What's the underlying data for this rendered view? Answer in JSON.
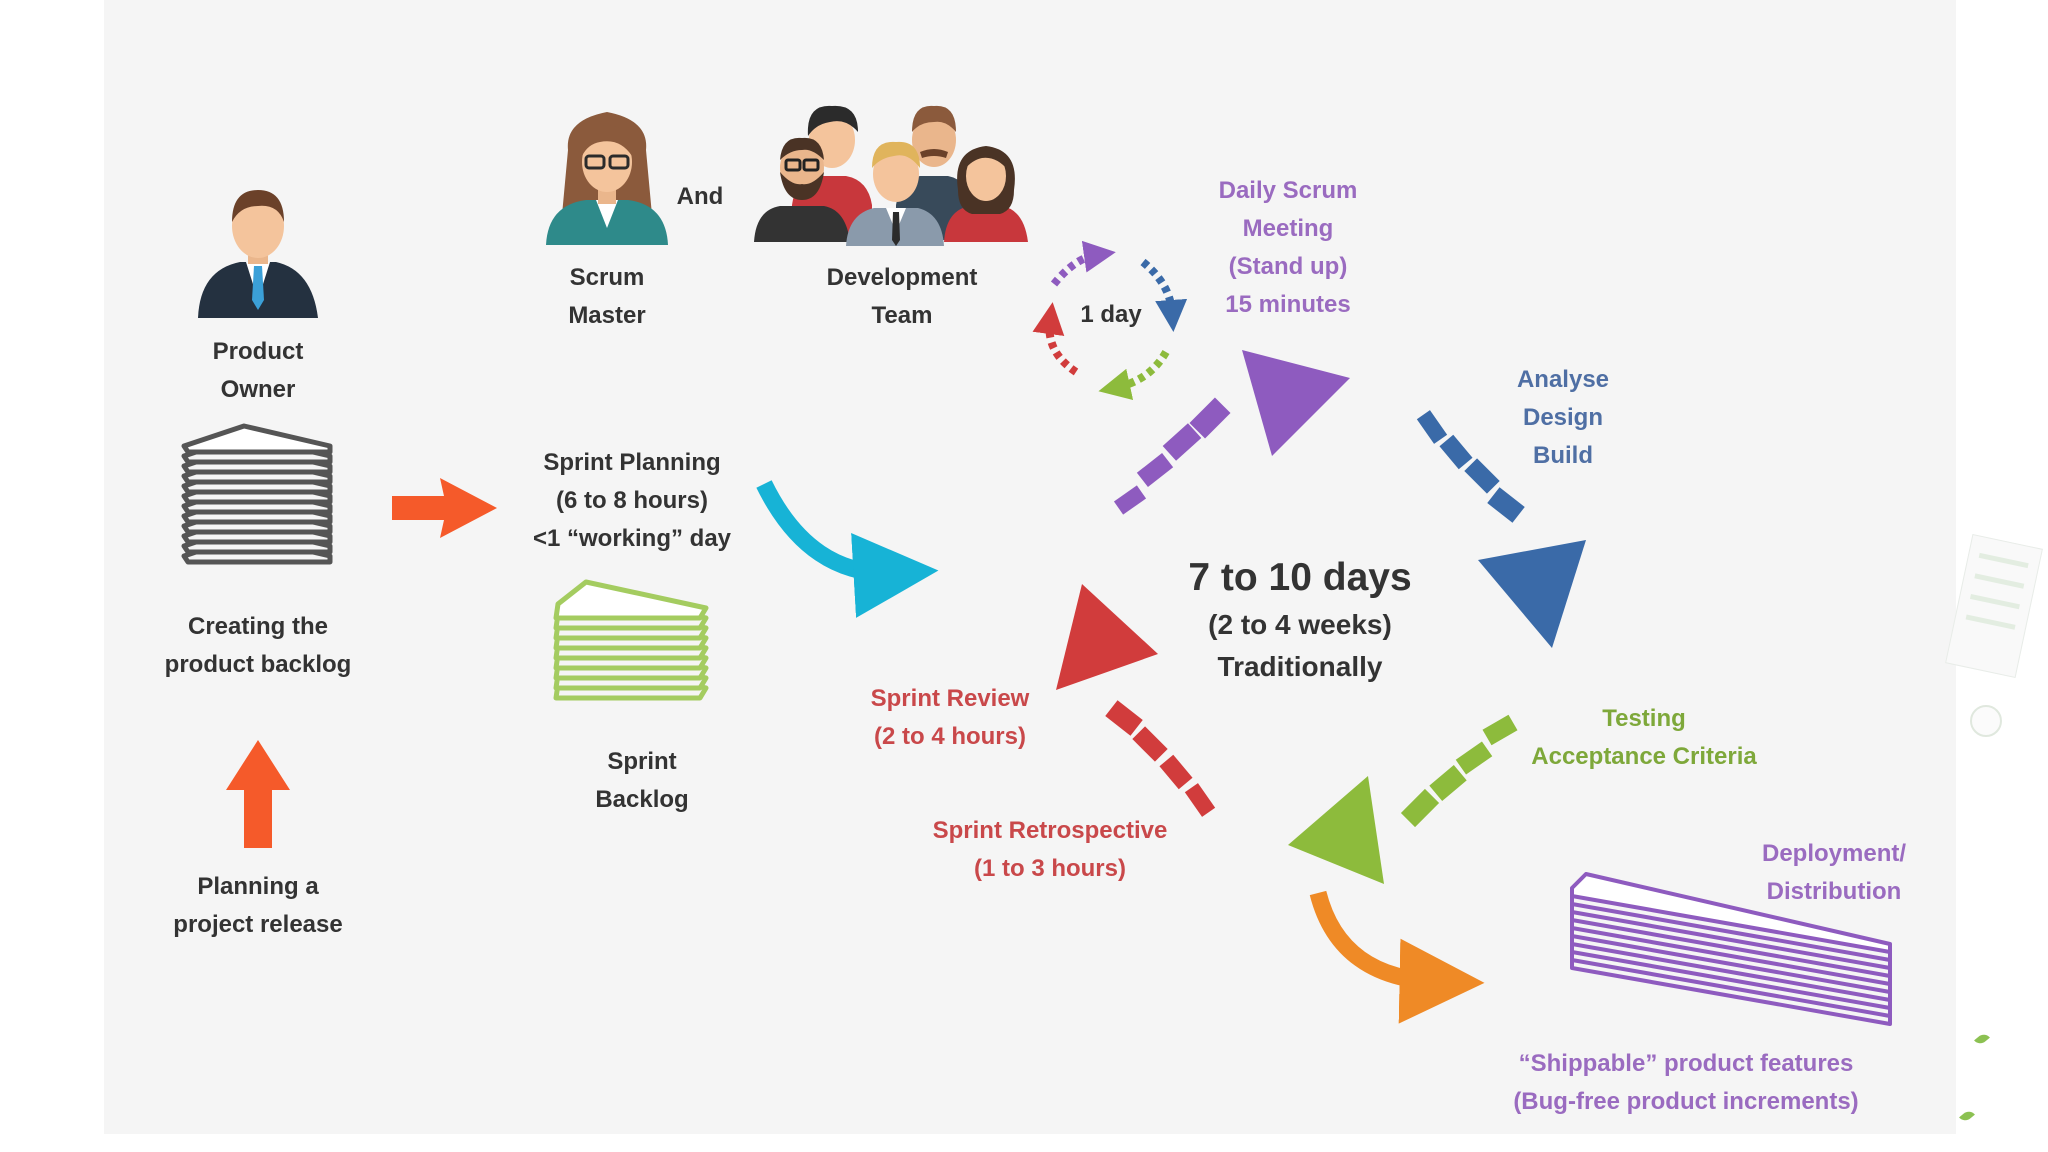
{
  "roles": {
    "product_owner": [
      "Product",
      "Owner"
    ],
    "and": "And",
    "scrum_master": [
      "Scrum",
      "Master"
    ],
    "development_team": [
      "Development",
      "Team"
    ]
  },
  "backlog": {
    "product_backlog": [
      "Creating the",
      "product backlog"
    ],
    "planning_release": [
      "Planning a",
      "project release"
    ],
    "sprint_backlog": [
      "Sprint",
      "Backlog"
    ]
  },
  "sprint_planning": [
    "Sprint Planning",
    "(6 to 8 hours)",
    "<1 “working” day"
  ],
  "daily_scrum": {
    "cycle_label": "1 day",
    "text": [
      "Daily Scrum",
      "Meeting",
      "(Stand up)",
      "15 minutes"
    ]
  },
  "sprint_center": [
    "7 to 10 days",
    "(2 to 4 weeks)",
    "Traditionally"
  ],
  "phases": {
    "analyse": [
      "Analyse",
      "Design",
      "Build"
    ],
    "testing": [
      "Testing",
      "Acceptance Criteria"
    ],
    "sprint_review": [
      "Sprint Review",
      "(2 to 4 hours)"
    ],
    "sprint_retrospective": [
      "Sprint Retrospective",
      "(1 to 3 hours)"
    ],
    "deployment": [
      "Deployment/",
      "Distribution"
    ],
    "shippable": [
      "“Shippable” product features",
      "(Bug-free product increments)"
    ]
  },
  "colors": {
    "purple": "#8e5bbf",
    "blue": "#3a6aa8",
    "green": "#8dbb3c",
    "red": "#d13c3c",
    "orange_red": "#f55a2a",
    "orange": "#ef8a26",
    "cyan": "#17b3d6",
    "dark_text": "#333333",
    "purple_text": "#9a6bc0",
    "blue_text": "#4f6fa4",
    "green_text": "#7ea83a",
    "red_text": "#c9484a",
    "backlog_gray": "#555555",
    "backlog_green": "#a4cc60"
  }
}
